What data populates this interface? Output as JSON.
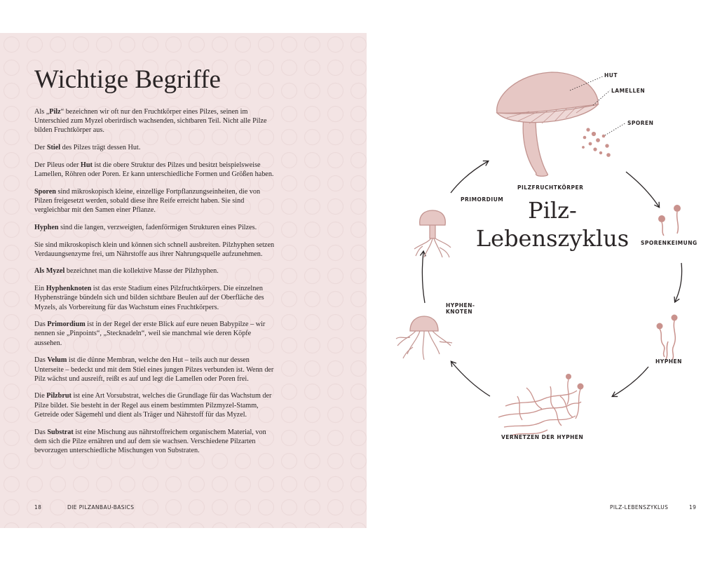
{
  "left": {
    "title": "Wichtige Begriffe",
    "paragraphs": [
      {
        "parts": [
          "Als „",
          "Pilz",
          "“ bezeichnen wir oft nur den Fruchtkörper eines Pilzes, seinen im Unterschied zum Myzel oberirdisch wachsenden, sichtbaren Teil. Nicht alle Pilze bilden Fruchtkörper aus."
        ]
      },
      {
        "parts": [
          "Der ",
          "Stiel",
          " des Pilzes trägt dessen Hut."
        ]
      },
      {
        "parts": [
          "Der Pileus oder ",
          "Hut",
          " ist die obere Struktur des Pilzes und besitzt beispielsweise Lamellen, Röhren oder Poren. Er kann unterschiedliche Formen und Größen haben."
        ]
      },
      {
        "parts": [
          "",
          "Sporen",
          " sind mikroskopisch kleine, einzellige Fortpflanzungseinheiten, die von Pilzen freigesetzt werden, sobald diese ihre Reife erreicht haben. Sie sind vergleichbar mit den Samen einer Pflanze."
        ]
      },
      {
        "parts": [
          "",
          "Hyphen",
          " sind die langen, verzweigten, fadenförmigen Strukturen eines Pilzes."
        ]
      },
      {
        "parts": [
          "Sie sind mikroskopisch klein und können sich schnell ausbreiten. Pilzhyphen setzen Verdauungsenzyme frei, um Nährstoffe aus ihrer Nahrungsquelle aufzunehmen.",
          "",
          ""
        ]
      },
      {
        "parts": [
          "",
          "Als Myzel",
          " bezeichnet man die kollektive Masse der Pilzhyphen."
        ]
      },
      {
        "parts": [
          "Ein ",
          "Hyphenknoten",
          " ist das erste Stadium eines Pilzfruchtkörpers. Die einzelnen Hyphenstränge bündeln sich und bilden sichtbare Beulen auf der Oberfläche des Myzels, als Vorbereitung für das Wachstum eines Fruchtkörpers."
        ]
      },
      {
        "parts": [
          "Das ",
          "Primordium",
          " ist in der Regel der erste Blick auf eure neuen Babypilze – wir nennen sie „Pinpoints“, „Stecknadeln“, weil sie manchmal wie deren Köpfe aussehen."
        ]
      },
      {
        "parts": [
          "Das ",
          "Velum",
          " ist die dünne Membran, welche den Hut – teils auch nur dessen Unterseite – bedeckt und mit dem Stiel eines jungen Pilzes verbunden ist. Wenn der Pilz wächst und ausreift, reißt es auf und legt die Lamellen oder Poren frei."
        ]
      },
      {
        "parts": [
          "Die ",
          "Pilzbrut",
          " ist eine Art Vorsubstrat, welches die Grundlage für das Wachstum der Pilze bildet. Sie besteht in der Regel aus einem bestimmten Pilzmyzel-Stamm, Getreide oder Sägemehl und dient als Träger und Nährstoff für das Myzel."
        ]
      },
      {
        "parts": [
          "Das ",
          "Substrat",
          " ist eine Mischung aus nährstoffreichem organischem Material, von dem sich die Pilze ernähren und auf dem sie wachsen. Verschiedene Pilzarten bevorzugen unterschiedliche Mischungen von Substraten."
        ]
      }
    ],
    "page_number": "18",
    "running_head": "DIE PILZANBAU-BASICS"
  },
  "right": {
    "cycle_title_line1": "Pilz-",
    "cycle_title_line2": "Lebenszyklus",
    "labels": {
      "hut": "HUT",
      "lamellen": "LAMELLEN",
      "sporen": "SPOREN",
      "pilzfruchtkoerper": "PILZFRUCHTKÖRPER",
      "sporenkeimung": "SPORENKEIMUNG",
      "hyphen": "HYPHEN",
      "vernetzen": "VERNETZEN DER HYPHEN",
      "hyphenknoten_1": "HYPHEN-",
      "hyphenknoten_2": "KNOTEN",
      "primordium": "PRIMORDIUM"
    },
    "running_head": "PILZ-LEBENSZYKLUS",
    "page_number": "19"
  },
  "colors": {
    "left_background": "#f3e4e4",
    "mushroom_fill": "#e6c7c4",
    "mushroom_stroke": "#c29490",
    "spore_color": "#c9928d",
    "text": "#2a2526"
  }
}
